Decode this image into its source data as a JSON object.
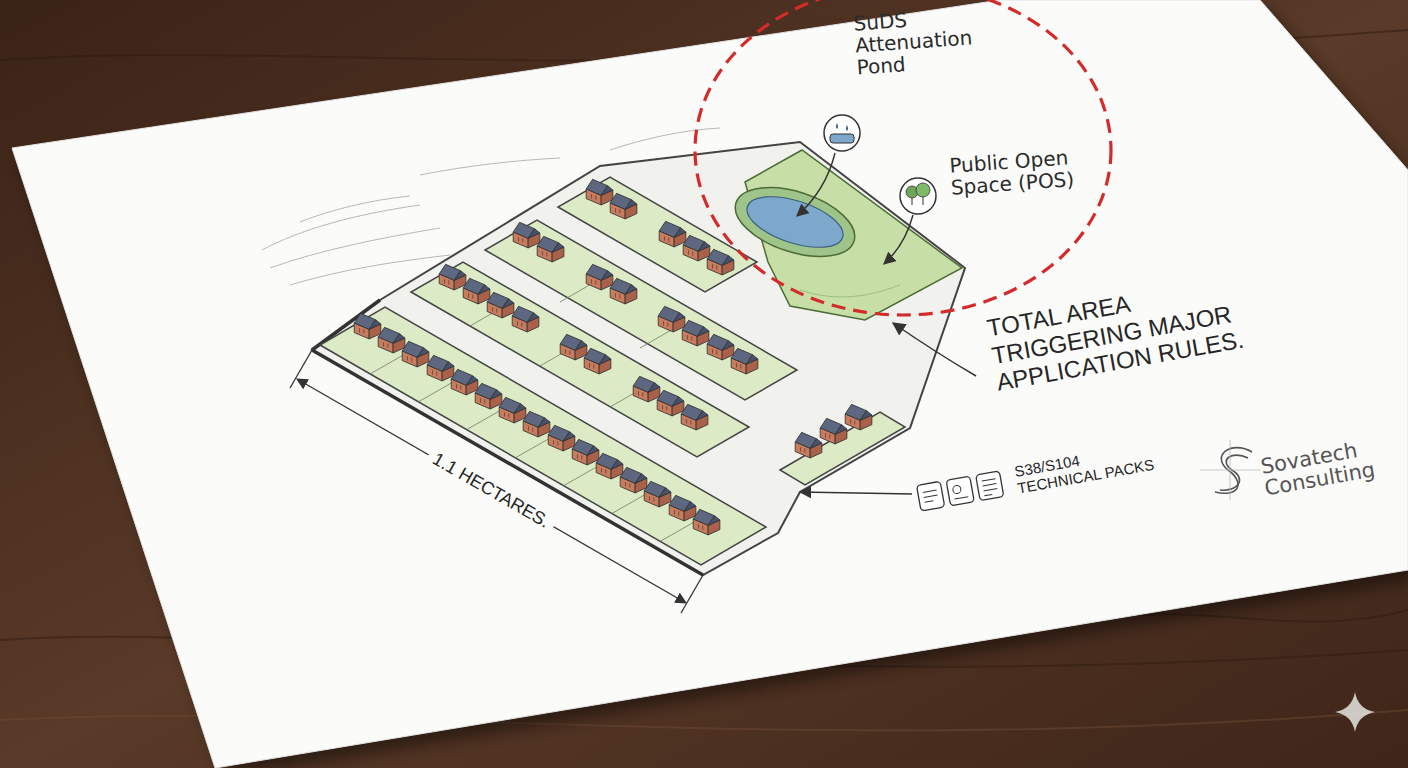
{
  "diagram": {
    "labels": [
      "SuDS Attenuation Pond",
      "Public Open Space (POS)",
      "TOTAL AREA TRIGGERING MAJOR APPLICATION RULES.",
      "S38/S104 TECHNICAL PACKS",
      "1.1 HECTARES.",
      "Sovatech Consulting"
    ]
  }
}
